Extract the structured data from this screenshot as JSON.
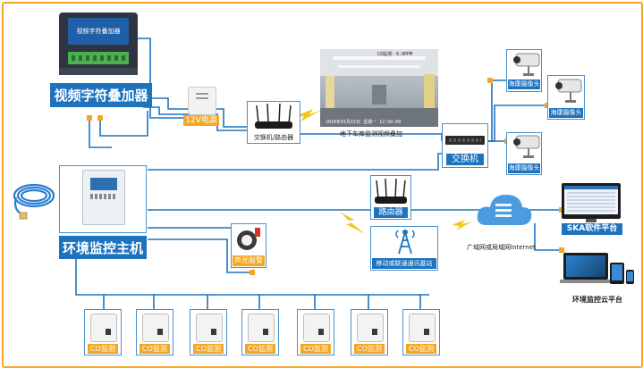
{
  "video_overlay": {
    "label": "视频字符叠加器",
    "device_text": "视频字符叠加器"
  },
  "power": {
    "label": "12V电源"
  },
  "switch_router_small": {
    "label": "交换机/路由器"
  },
  "monitor_screen": {
    "caption": "地下车库监测视频叠加",
    "overlay_top": "CO监测：0.0PPM",
    "overlay_bottom": "2018年01月15日  星期一  12:50:09"
  },
  "switch": {
    "label": "交换机"
  },
  "cameras": [
    {
      "label": "海康摄像头"
    },
    {
      "label": "海康摄像头"
    },
    {
      "label": "海康摄像头"
    }
  ],
  "env_host": {
    "label": "环境监控主机"
  },
  "router": {
    "label": "路由器"
  },
  "base_station": {
    "label": "移动或联通通讯基站"
  },
  "cloud": {
    "label": "广域网或局域网Internet"
  },
  "alarm": {
    "label": "声光报警"
  },
  "ska": {
    "label": "SKA软件平台"
  },
  "env_cloud": {
    "label": "环境监控云平台"
  },
  "co_sensors": [
    "CO监测",
    "CO监测",
    "CO监测",
    "CO监测",
    "CO监测",
    "CO监测",
    "CO监测"
  ],
  "colors": {
    "wire": "#1d73be",
    "accent": "#f5a623",
    "bolt": "#f5c518"
  }
}
